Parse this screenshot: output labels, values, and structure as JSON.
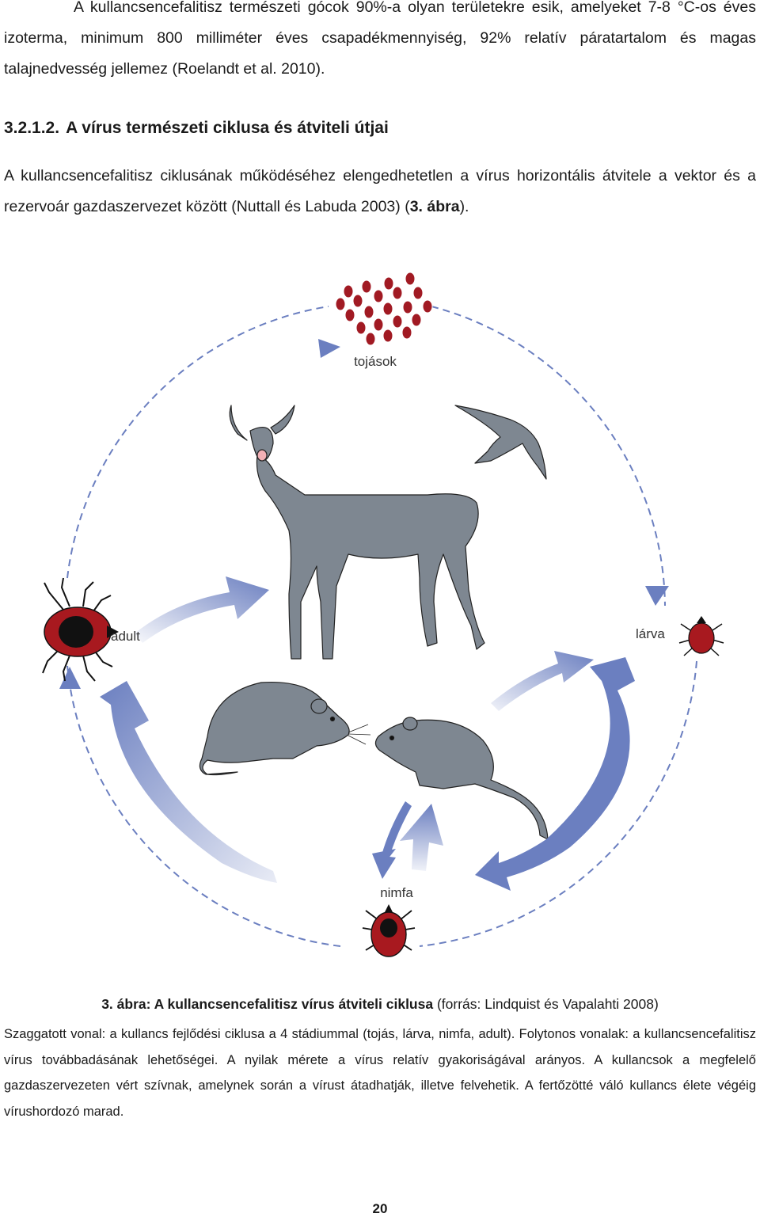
{
  "text": {
    "p1": "A kullancsencefalitisz természeti gócok 90%-a olyan területekre esik, amelyeket 7-8 °C-os éves izoterma, minimum 800 milliméter éves csapadékmennyiség, 92% relatív páratartalom és magas talajnedvesség jellemez (Roelandt et al. 2010).",
    "heading_num": "3.2.1.2.",
    "heading_text": "A vírus természeti ciklusa és átviteli útjai",
    "p2_text": "A kullancsencefalitisz ciklusának működéséhez elengedhetetlen a vírus horizontális átvitele a vektor és a rezervoár gazdaszervezet között (Nuttall és Labuda 2003) (",
    "p2_ref": "3. ábra",
    "p2_end": ")."
  },
  "figure": {
    "labels": {
      "eggs": "tojások",
      "adult": "adult",
      "larva": "lárva",
      "nymph": "nimfa"
    },
    "colors": {
      "animal_fill": "#7e8791",
      "tick_fill": "#a8191f",
      "egg_fill": "#a11a23",
      "arrow_fill": "#6b7fc0",
      "dashed_line": "#6b7fc0"
    },
    "icons": [
      "eggs-icon",
      "deer-icon",
      "bird-icon",
      "rat-icon",
      "mouse-icon",
      "adult-tick-icon",
      "larva-tick-icon",
      "nymph-tick-icon"
    ]
  },
  "caption": {
    "title_bold": "3. ábra: A kullancsencefalitisz vírus átviteli ciklusa",
    "title_rest": " (forrás: Lindquist és Vapalahti 2008)",
    "body": "Szaggatott vonal: a kullancs fejlődési ciklusa a 4 stádiummal (tojás, lárva, nimfa, adult). Folytonos vonalak: a kullancsencefalitisz vírus továbbadásának lehetőségei. A nyilak mérete a vírus relatív gyakoriságával arányos. A kullancsok a megfelelő gazdaszervezeten vért szívnak, amelynek során a vírust átadhatják, illetve felvehetik. A fertőzötté váló kullancs élete végéig vírushordozó marad."
  },
  "page_number": "20"
}
